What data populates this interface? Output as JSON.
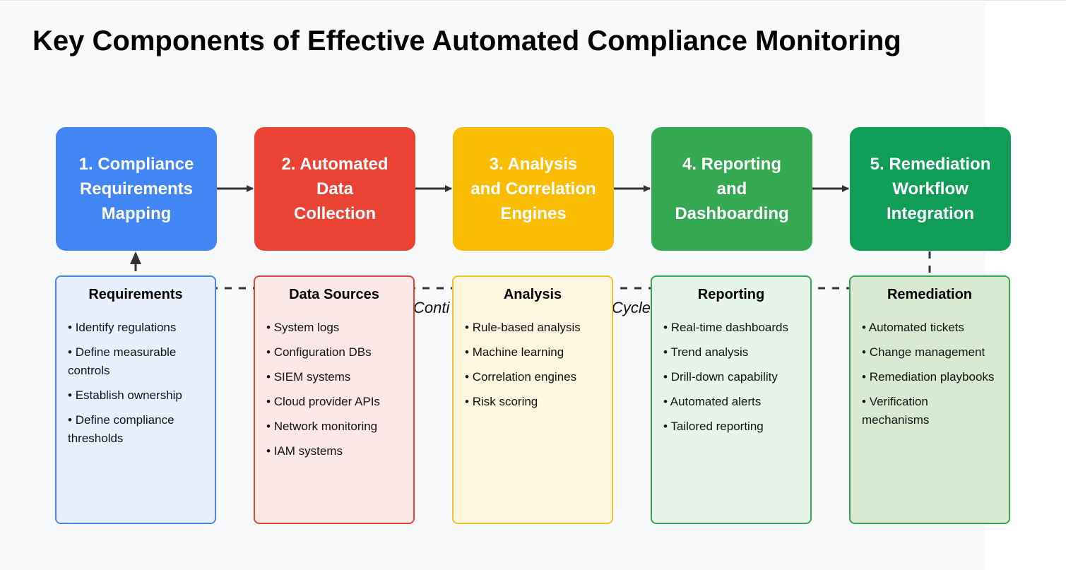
{
  "title": "Key Components of Effective Automated Compliance Monitoring",
  "cycle_label": {
    "left": "Conti",
    "right": "Cycle"
  },
  "colors": {
    "arrow": "#333333",
    "blue": "#4285f4",
    "red": "#ea4335",
    "yellow": "#fbbc04",
    "green": "#34a853",
    "dark_green": "#0f9d58"
  },
  "stages": [
    {
      "label": "1. Compliance\nRequirements\nMapping",
      "color": "#4285f4"
    },
    {
      "label": "2. Automated\nData\nCollection",
      "color": "#ea4335"
    },
    {
      "label": "3. Analysis\nand Correlation\nEngines",
      "color": "#fbbc04"
    },
    {
      "label": "4. Reporting\nand\nDashboarding",
      "color": "#34a853"
    },
    {
      "label": "5. Remediation\nWorkflow\nIntegration",
      "color": "#0f9d58"
    }
  ],
  "cards": [
    {
      "title": "Requirements",
      "bg": "#e8f0fe",
      "border": "#4a86e8",
      "items": [
        "Identify regulations",
        "Define measurable controls",
        "Establish ownership",
        "Define compliance thresholds"
      ]
    },
    {
      "title": "Data Sources",
      "bg": "#fce8e6",
      "border": "#e0453a",
      "items": [
        "System logs",
        "Configuration DBs",
        "SIEM systems",
        "Cloud provider APIs",
        "Network monitoring",
        "IAM systems"
      ]
    },
    {
      "title": "Analysis",
      "bg": "#fef7e0",
      "border": "#f2c12e",
      "items": [
        "Rule-based analysis",
        "Machine learning",
        "Correlation engines",
        "Risk scoring"
      ]
    },
    {
      "title": "Reporting",
      "bg": "#e6f4ea",
      "border": "#34a853",
      "items": [
        "Real-time dashboards",
        "Trend analysis",
        "Drill-down capability",
        "Automated alerts",
        "Tailored reporting"
      ]
    },
    {
      "title": "Remediation",
      "bg": "#d9ead3",
      "border": "#34a853",
      "items": [
        "Automated tickets",
        "Change management",
        "Remediation playbooks",
        "Verification mechanisms"
      ]
    }
  ]
}
